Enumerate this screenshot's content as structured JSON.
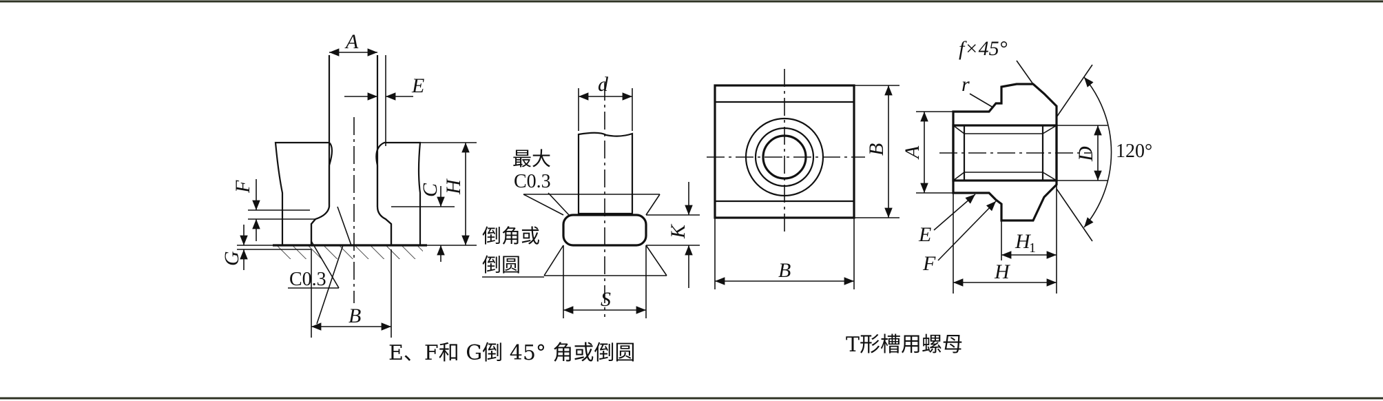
{
  "fig1": {
    "dim_A": "A",
    "dim_E": "E",
    "dim_F": "F",
    "dim_G": "G",
    "dim_C": "C",
    "dim_H": "H",
    "dim_B": "B",
    "chamfer": "C0.3"
  },
  "fig2": {
    "dim_d": "d",
    "max_chamfer_line1": "最大",
    "max_chamfer_line2": "C0.3",
    "round_line1": "倒角或",
    "round_line2": "倒圆",
    "dim_K": "K",
    "dim_S": "S"
  },
  "caption_left": "E、F和 G倒 45° 角或倒圆",
  "fig3": {
    "dim_B_right": "B",
    "dim_B_bottom": "B"
  },
  "fig4": {
    "chamfer_label": "f×45°",
    "dim_r": "r",
    "dim_A": "A",
    "dim_D": "D",
    "angle": "120°",
    "dim_E": "E",
    "dim_F": "F",
    "dim_H1_main": "H",
    "dim_H1_sub": "1",
    "dim_H": "H"
  },
  "caption_right": "T形槽用螺母"
}
